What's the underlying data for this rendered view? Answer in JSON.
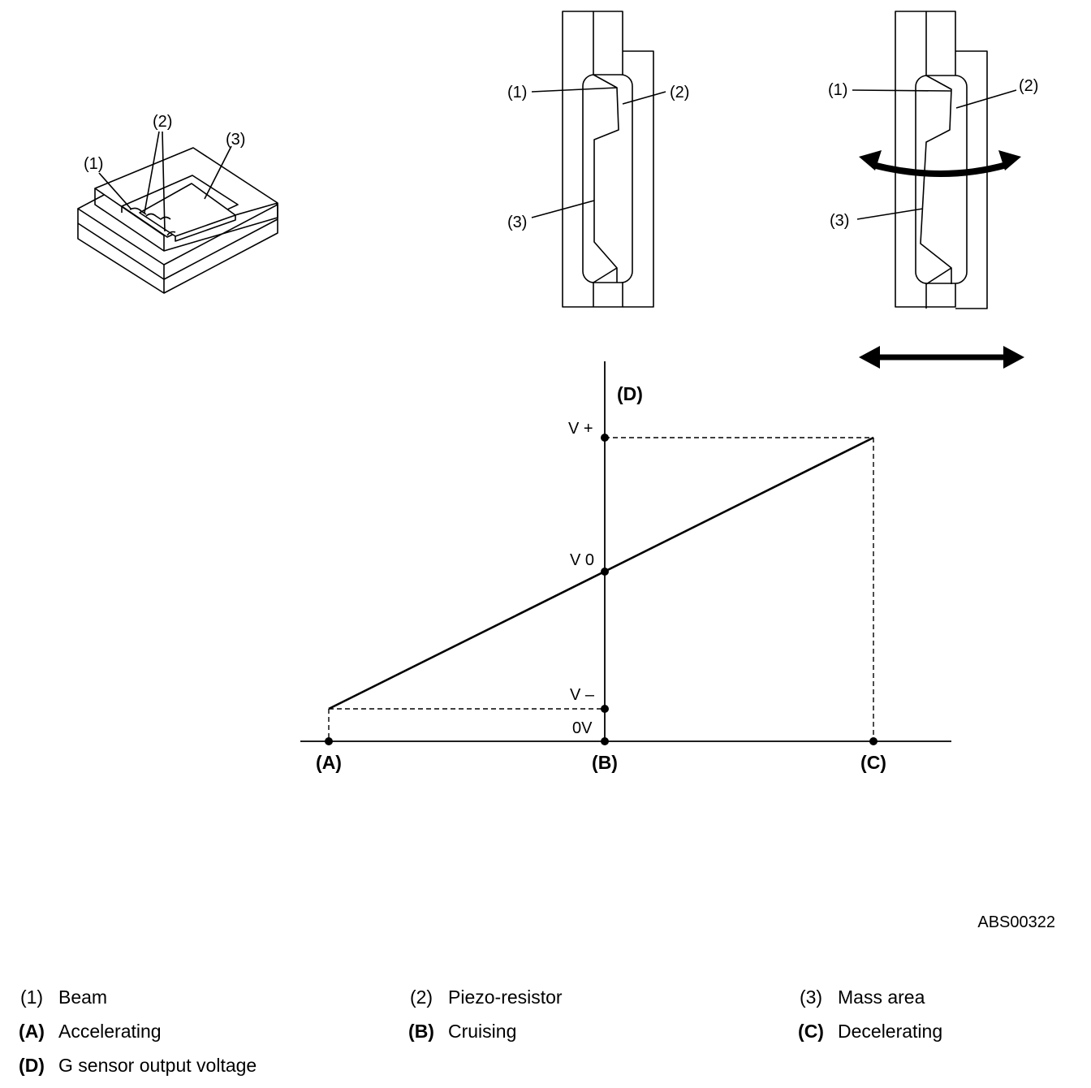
{
  "callouts": {
    "c1": "(1)",
    "c2": "(2)",
    "c3": "(3)"
  },
  "graph": {
    "y_axis_label": "(D)",
    "y_ticks": {
      "vplus": "V +",
      "v0": "V 0",
      "vminus": "V –",
      "zero": "0V"
    },
    "x_ticks": {
      "a": "(A)",
      "b": "(B)",
      "c": "(C)"
    }
  },
  "figure_code": "ABS00322",
  "legend": [
    {
      "key": "(1)",
      "text": "Beam"
    },
    {
      "key": "(2)",
      "text": "Piezo-resistor"
    },
    {
      "key": "(3)",
      "text": "Mass area"
    },
    {
      "key": "(A)",
      "text": "Accelerating"
    },
    {
      "key": "(B)",
      "text": "Cruising"
    },
    {
      "key": "(C)",
      "text": "Decelerating"
    },
    {
      "key": "(D)",
      "text": "G sensor output voltage"
    }
  ]
}
